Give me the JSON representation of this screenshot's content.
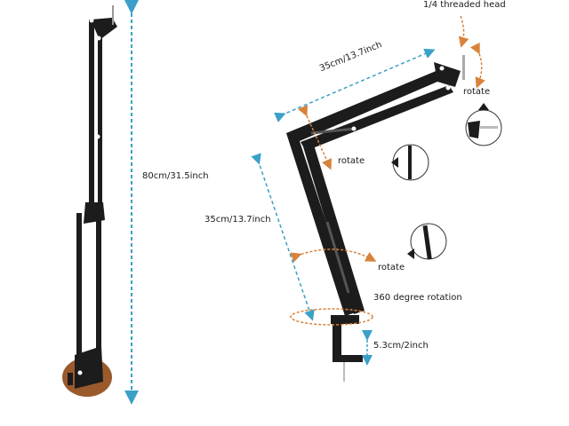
{
  "labels": {
    "total_height": "80cm/31.5inch",
    "upper_arm": "35cm/13.7inch",
    "lower_arm": "35cm/13.7inch",
    "head": "1/4 threaded head",
    "rotate_head": "rotate",
    "rotate_elbow": "rotate",
    "rotate_lower": "rotate",
    "base_rotation": "360 degree rotation",
    "clamp_opening": "5.3cm/2inch"
  },
  "colors": {
    "arm": "#1c1c1c",
    "dimension_arrow": "#3aa0c8",
    "rotate_arrow": "#d9823b",
    "wood": "#9a5a2c",
    "text": "#1a1a1a"
  }
}
